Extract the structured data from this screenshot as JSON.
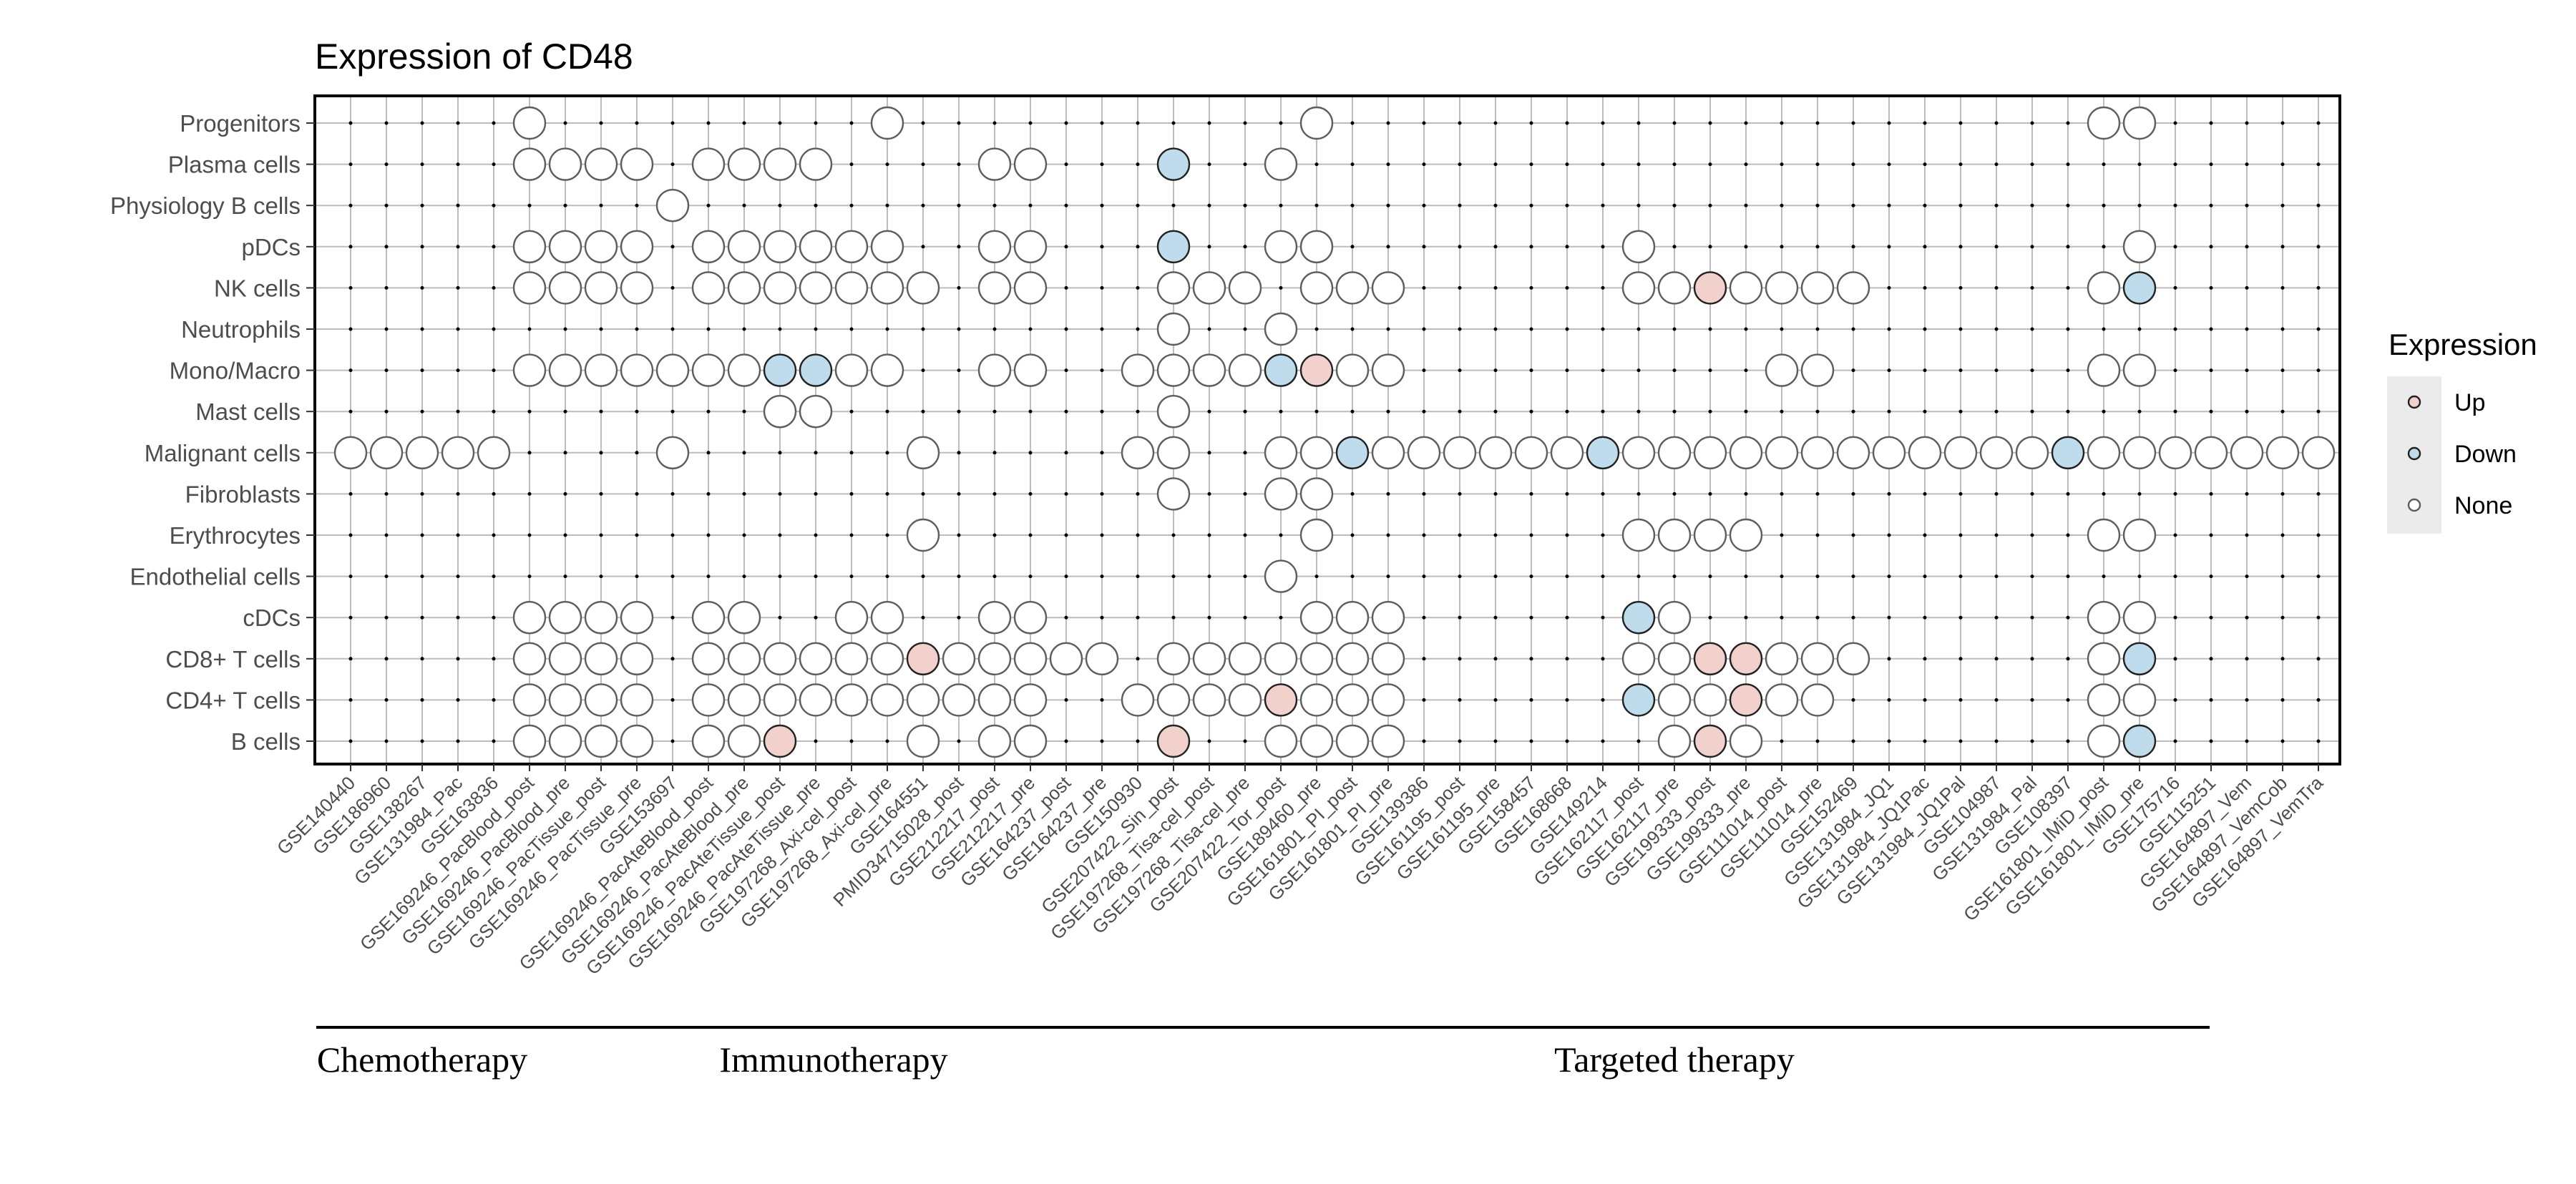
{
  "chart_data": {
    "type": "dot-matrix",
    "title": "Expression of CD48",
    "legend": {
      "title": "Expression",
      "placement": "right",
      "entries": [
        {
          "label": "Up",
          "color": "#F2D0CB"
        },
        {
          "label": "Down",
          "color": "#BFDCEC"
        },
        {
          "label": "None",
          "color": "#FFFFFF"
        }
      ]
    },
    "colors": {
      "Up": "#F2D0CB",
      "Down": "#BFDCEC",
      "None": "#FFFFFF"
    },
    "grid": true,
    "y_categories": [
      "B cells",
      "CD4+ T cells",
      "CD8+ T cells",
      "cDCs",
      "Endothelial cells",
      "Erythrocytes",
      "Fibroblasts",
      "Malignant cells",
      "Mast cells",
      "Mono/Macro",
      "Neutrophils",
      "NK cells",
      "pDCs",
      "Physiology B cells",
      "Plasma cells",
      "Progenitors"
    ],
    "x_categories": [
      "GSE140440",
      "GSE186960",
      "GSE138267",
      "GSE131984_Pac",
      "GSE163836",
      "GSE169246_PacBlood_post",
      "GSE169246_PacBlood_pre",
      "GSE169246_PacTissue_post",
      "GSE169246_PacTissue_pre",
      "GSE153697",
      "GSE169246_PacAteBlood_post",
      "GSE169246_PacAteBlood_pre",
      "GSE169246_PacAteTissue_post",
      "GSE169246_PacAteTissue_pre",
      "GSE197268_Axi-cel_post",
      "GSE197268_Axi-cel_pre",
      "GSE164551",
      "PMID34715028_post",
      "GSE212217_post",
      "GSE212217_pre",
      "GSE164237_post",
      "GSE164237_pre",
      "GSE150930",
      "GSE207422_Sin_post",
      "GSE197268_Tisa-cel_post",
      "GSE197268_Tisa-cel_pre",
      "GSE207422_Tor_post",
      "GSE189460_pre",
      "GSE161801_PI_post",
      "GSE161801_PI_pre",
      "GSE139386",
      "GSE161195_post",
      "GSE161195_pre",
      "GSE158457",
      "GSE168668",
      "GSE149214",
      "GSE162117_post",
      "GSE162117_pre",
      "GSE199333_post",
      "GSE199333_pre",
      "GSE111014_post",
      "GSE111014_pre",
      "GSE152469",
      "GSE131984_JQ1",
      "GSE131984_JQ1Pac",
      "GSE131984_JQ1Pal",
      "GSE104987",
      "GSE131984_Pal",
      "GSE108397",
      "GSE161801_IMiD_post",
      "GSE161801_IMiD_pre",
      "GSE175716",
      "GSE115251",
      "GSE164897_Vem",
      "GSE164897_VemCob",
      "GSE164897_VemTra"
    ],
    "groups": [
      {
        "label": "Chemotherapy",
        "from": "GSE140440",
        "to": "GSE163836"
      },
      {
        "label": "Immunotherapy",
        "from": "GSE169246_PacBlood_post",
        "to": "GSE150930"
      },
      {
        "label": "Targeted therapy",
        "from": "GSE207422_Sin_post",
        "to": "GSE175716"
      }
    ],
    "points": [
      {
        "y": "Progenitors",
        "x": [
          "GSE169246_PacBlood_post",
          "GSE197268_Axi-cel_pre",
          "GSE189460_pre",
          "GSE161801_IMiD_post",
          "GSE161801_IMiD_pre"
        ],
        "Down": [],
        "Up": []
      },
      {
        "y": "Plasma cells",
        "x": [
          "GSE169246_PacBlood_post",
          "GSE169246_PacBlood_pre",
          "GSE169246_PacTissue_post",
          "GSE169246_PacTissue_pre",
          "GSE169246_PacAteBlood_post",
          "GSE169246_PacAteBlood_pre",
          "GSE169246_PacAteTissue_post",
          "GSE169246_PacAteTissue_pre",
          "GSE212217_post",
          "GSE212217_pre",
          "GSE207422_Sin_post",
          "GSE207422_Tor_post"
        ],
        "Down": [
          "GSE207422_Sin_post"
        ],
        "Up": []
      },
      {
        "y": "Physiology B cells",
        "x": [
          "GSE153697"
        ],
        "Down": [],
        "Up": []
      },
      {
        "y": "pDCs",
        "x": [
          "GSE169246_PacBlood_post",
          "GSE169246_PacBlood_pre",
          "GSE169246_PacTissue_post",
          "GSE169246_PacTissue_pre",
          "GSE169246_PacAteBlood_post",
          "GSE169246_PacAteBlood_pre",
          "GSE169246_PacAteTissue_post",
          "GSE169246_PacAteTissue_pre",
          "GSE197268_Axi-cel_post",
          "GSE197268_Axi-cel_pre",
          "GSE212217_post",
          "GSE212217_pre",
          "GSE207422_Sin_post",
          "GSE207422_Tor_post",
          "GSE189460_pre",
          "GSE162117_post",
          "GSE161801_IMiD_pre"
        ],
        "Down": [
          "GSE207422_Sin_post"
        ],
        "Up": []
      },
      {
        "y": "NK cells",
        "x": [
          "GSE169246_PacBlood_post",
          "GSE169246_PacBlood_pre",
          "GSE169246_PacTissue_post",
          "GSE169246_PacTissue_pre",
          "GSE169246_PacAteBlood_post",
          "GSE169246_PacAteBlood_pre",
          "GSE169246_PacAteTissue_post",
          "GSE169246_PacAteTissue_pre",
          "GSE197268_Axi-cel_post",
          "GSE197268_Axi-cel_pre",
          "GSE164551",
          "GSE212217_post",
          "GSE212217_pre",
          "GSE207422_Sin_post",
          "GSE197268_Tisa-cel_post",
          "GSE197268_Tisa-cel_pre",
          "GSE189460_pre",
          "GSE161801_PI_post",
          "GSE161801_PI_pre",
          "GSE162117_post",
          "GSE162117_pre",
          "GSE199333_post",
          "GSE199333_pre",
          "GSE111014_post",
          "GSE111014_pre",
          "GSE152469",
          "GSE161801_IMiD_post",
          "GSE161801_IMiD_pre"
        ],
        "Down": [
          "GSE161801_IMiD_pre"
        ],
        "Up": [
          "GSE199333_post"
        ]
      },
      {
        "y": "Neutrophils",
        "x": [
          "GSE207422_Sin_post",
          "GSE207422_Tor_post"
        ],
        "Down": [],
        "Up": []
      },
      {
        "y": "Mono/Macro",
        "x": [
          "GSE169246_PacBlood_post",
          "GSE169246_PacBlood_pre",
          "GSE169246_PacTissue_post",
          "GSE169246_PacTissue_pre",
          "GSE153697",
          "GSE169246_PacAteBlood_post",
          "GSE169246_PacAteBlood_pre",
          "GSE169246_PacAteTissue_post",
          "GSE169246_PacAteTissue_pre",
          "GSE197268_Axi-cel_post",
          "GSE197268_Axi-cel_pre",
          "GSE212217_post",
          "GSE212217_pre",
          "GSE150930",
          "GSE207422_Sin_post",
          "GSE197268_Tisa-cel_post",
          "GSE197268_Tisa-cel_pre",
          "GSE207422_Tor_post",
          "GSE189460_pre",
          "GSE161801_PI_post",
          "GSE161801_PI_pre",
          "GSE111014_post",
          "GSE111014_pre",
          "GSE161801_IMiD_post",
          "GSE161801_IMiD_pre"
        ],
        "Down": [
          "GSE169246_PacAteTissue_post",
          "GSE169246_PacAteTissue_pre",
          "GSE207422_Tor_post"
        ],
        "Up": [
          "GSE189460_pre"
        ]
      },
      {
        "y": "Mast cells",
        "x": [
          "GSE169246_PacAteTissue_post",
          "GSE169246_PacAteTissue_pre",
          "GSE207422_Sin_post"
        ],
        "Down": [],
        "Up": []
      },
      {
        "y": "Malignant cells",
        "x": [
          "GSE140440",
          "GSE186960",
          "GSE138267",
          "GSE131984_Pac",
          "GSE163836",
          "GSE153697",
          "GSE164551",
          "GSE150930",
          "GSE207422_Sin_post",
          "GSE207422_Tor_post",
          "GSE189460_pre",
          "GSE161801_PI_post",
          "GSE161801_PI_pre",
          "GSE139386",
          "GSE161195_post",
          "GSE161195_pre",
          "GSE158457",
          "GSE168668",
          "GSE149214",
          "GSE162117_post",
          "GSE162117_pre",
          "GSE199333_post",
          "GSE199333_pre",
          "GSE111014_post",
          "GSE111014_pre",
          "GSE152469",
          "GSE131984_JQ1",
          "GSE131984_JQ1Pac",
          "GSE131984_JQ1Pal",
          "GSE104987",
          "GSE131984_Pal",
          "GSE108397",
          "GSE161801_IMiD_post",
          "GSE161801_IMiD_pre",
          "GSE175716",
          "GSE115251",
          "GSE164897_Vem",
          "GSE164897_VemCob",
          "GSE164897_VemTra"
        ],
        "Down": [
          "GSE161801_PI_post",
          "GSE149214",
          "GSE108397"
        ],
        "Up": []
      },
      {
        "y": "Fibroblasts",
        "x": [
          "GSE207422_Sin_post",
          "GSE207422_Tor_post",
          "GSE189460_pre"
        ],
        "Down": [],
        "Up": []
      },
      {
        "y": "Erythrocytes",
        "x": [
          "GSE164551",
          "GSE189460_pre",
          "GSE162117_post",
          "GSE162117_pre",
          "GSE199333_post",
          "GSE199333_pre",
          "GSE161801_IMiD_post",
          "GSE161801_IMiD_pre"
        ],
        "Down": [],
        "Up": []
      },
      {
        "y": "Endothelial cells",
        "x": [
          "GSE207422_Tor_post"
        ],
        "Down": [],
        "Up": []
      },
      {
        "y": "cDCs",
        "x": [
          "GSE169246_PacBlood_post",
          "GSE169246_PacBlood_pre",
          "GSE169246_PacTissue_post",
          "GSE169246_PacTissue_pre",
          "GSE169246_PacAteBlood_post",
          "GSE169246_PacAteBlood_pre",
          "GSE197268_Axi-cel_post",
          "GSE197268_Axi-cel_pre",
          "GSE212217_post",
          "GSE212217_pre",
          "GSE189460_pre",
          "GSE161801_PI_post",
          "GSE161801_PI_pre",
          "GSE162117_post",
          "GSE162117_pre",
          "GSE161801_IMiD_post",
          "GSE161801_IMiD_pre"
        ],
        "Down": [
          "GSE162117_post"
        ],
        "Up": []
      },
      {
        "y": "CD8+ T cells",
        "x": [
          "GSE169246_PacBlood_post",
          "GSE169246_PacBlood_pre",
          "GSE169246_PacTissue_post",
          "GSE169246_PacTissue_pre",
          "GSE169246_PacAteBlood_post",
          "GSE169246_PacAteBlood_pre",
          "GSE169246_PacAteTissue_post",
          "GSE169246_PacAteTissue_pre",
          "GSE197268_Axi-cel_post",
          "GSE197268_Axi-cel_pre",
          "GSE164551",
          "PMID34715028_post",
          "GSE212217_post",
          "GSE212217_pre",
          "GSE164237_post",
          "GSE164237_pre",
          "GSE207422_Sin_post",
          "GSE197268_Tisa-cel_post",
          "GSE197268_Tisa-cel_pre",
          "GSE207422_Tor_post",
          "GSE189460_pre",
          "GSE161801_PI_post",
          "GSE161801_PI_pre",
          "GSE162117_post",
          "GSE162117_pre",
          "GSE199333_post",
          "GSE199333_pre",
          "GSE111014_post",
          "GSE111014_pre",
          "GSE152469",
          "GSE161801_IMiD_post",
          "GSE161801_IMiD_pre"
        ],
        "Down": [
          "GSE161801_IMiD_pre"
        ],
        "Up": [
          "GSE164551",
          "GSE199333_post",
          "GSE199333_pre"
        ]
      },
      {
        "y": "CD4+ T cells",
        "x": [
          "GSE169246_PacBlood_post",
          "GSE169246_PacBlood_pre",
          "GSE169246_PacTissue_post",
          "GSE169246_PacTissue_pre",
          "GSE169246_PacAteBlood_post",
          "GSE169246_PacAteBlood_pre",
          "GSE169246_PacAteTissue_post",
          "GSE169246_PacAteTissue_pre",
          "GSE197268_Axi-cel_post",
          "GSE197268_Axi-cel_pre",
          "GSE164551",
          "PMID34715028_post",
          "GSE212217_post",
          "GSE212217_pre",
          "GSE150930",
          "GSE207422_Sin_post",
          "GSE197268_Tisa-cel_post",
          "GSE197268_Tisa-cel_pre",
          "GSE207422_Tor_post",
          "GSE189460_pre",
          "GSE161801_PI_post",
          "GSE161801_PI_pre",
          "GSE162117_post",
          "GSE162117_pre",
          "GSE199333_post",
          "GSE199333_pre",
          "GSE111014_post",
          "GSE111014_pre",
          "GSE161801_IMiD_post",
          "GSE161801_IMiD_pre"
        ],
        "Down": [
          "GSE162117_post"
        ],
        "Up": [
          "GSE207422_Tor_post",
          "GSE199333_pre"
        ]
      },
      {
        "y": "B cells",
        "x": [
          "GSE169246_PacBlood_post",
          "GSE169246_PacBlood_pre",
          "GSE169246_PacTissue_post",
          "GSE169246_PacTissue_pre",
          "GSE169246_PacAteBlood_post",
          "GSE169246_PacAteBlood_pre",
          "GSE169246_PacAteTissue_post",
          "GSE164551",
          "GSE212217_post",
          "GSE212217_pre",
          "GSE207422_Sin_post",
          "GSE207422_Tor_post",
          "GSE189460_pre",
          "GSE161801_PI_post",
          "GSE161801_PI_pre",
          "GSE162117_pre",
          "GSE199333_post",
          "GSE199333_pre",
          "GSE161801_IMiD_post",
          "GSE161801_IMiD_pre"
        ],
        "Down": [
          "GSE161801_IMiD_pre"
        ],
        "Up": [
          "GSE169246_PacAteTissue_post",
          "GSE207422_Sin_post",
          "GSE199333_post"
        ]
      }
    ]
  }
}
